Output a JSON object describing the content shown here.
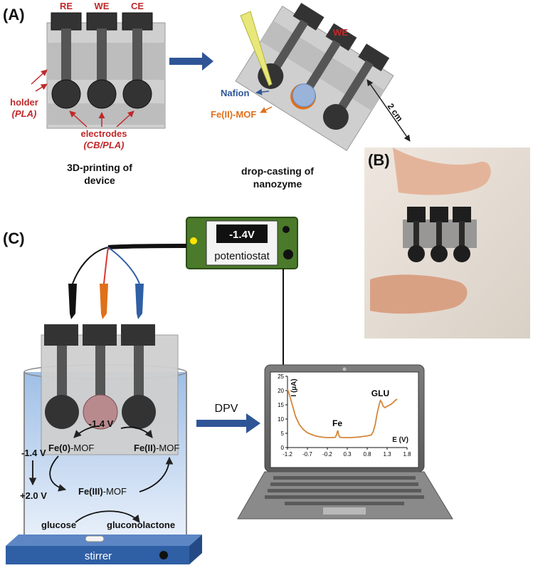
{
  "colors": {
    "red_label": "#c0282a",
    "blue_arrow": "#2f5597",
    "blue_label": "#2f5597",
    "orange": "#e0701a",
    "electrode_dark": "#333333",
    "holder_gray": "#cfcfcf",
    "potentiostat_green": "#4a7a2a",
    "curve_orange": "#d4873a",
    "stirrer_blue": "#2f5fa5",
    "active_we": "#b88a8e"
  },
  "panel_a": {
    "label": "(A)",
    "electrodes": [
      "RE",
      "WE",
      "CE"
    ],
    "holder_label": "holder",
    "holder_material": "(PLA)",
    "electrodes_label": "electrodes",
    "electrodes_material": "(CB/PLA)",
    "caption_left_1": "3D-printing of",
    "caption_left_2": "device",
    "we_label": "WE",
    "nafion_label": "Nafion",
    "mof_label": "Fe(II)-MOF",
    "size_label": "2 cm",
    "caption_right_1": "drop-casting of",
    "caption_right_2": "nanozyme"
  },
  "panel_b": {
    "label": "(B)"
  },
  "panel_c": {
    "label": "(C)",
    "potentiostat_display": "-1.4V",
    "potentiostat_label": "potentiostat",
    "applied_potential": "-1.4 V",
    "fe0": "Fe(0)",
    "fe2": "Fe(II)",
    "fe3": "Fe(III)",
    "mof_suffix": "-MOF",
    "step_down_top": "-1.4 V",
    "step_down_bottom": "+2.0 V",
    "glucose": "glucose",
    "gluconolactone": "gluconolactone",
    "stirrer": "stirrer",
    "technique": "DPV"
  },
  "chart_data": {
    "type": "line",
    "ylabel": "I (µA)",
    "xlabel": "E (V)",
    "xlim": [
      -1.2,
      1.8
    ],
    "ylim": [
      0,
      25
    ],
    "x_ticks": [
      "-1.2",
      "-0.7",
      "-0.2",
      "0.3",
      "0.8",
      "1.3",
      "1.8"
    ],
    "y_ticks": [
      "0",
      "5",
      "10",
      "15",
      "20",
      "25"
    ],
    "annotations": [
      {
        "text": "Fe",
        "x": 0.05,
        "y": 6.5
      },
      {
        "text": "GLU",
        "x": 1.13,
        "y": 17
      }
    ],
    "series": [
      {
        "x": [
          -1.2,
          -1.15,
          -1.1,
          -1.05,
          -1.0,
          -0.9,
          -0.8,
          -0.7,
          -0.6,
          -0.5,
          -0.4,
          -0.3,
          -0.2,
          -0.1,
          0.0,
          0.03,
          0.06,
          0.09,
          0.12,
          0.2,
          0.3,
          0.4,
          0.5,
          0.6,
          0.7,
          0.8,
          0.9,
          0.95,
          1.0,
          1.05,
          1.1,
          1.13,
          1.16,
          1.2,
          1.25,
          1.3,
          1.35,
          1.4,
          1.45,
          1.5,
          1.55
        ],
        "y": [
          20.5,
          18.5,
          16.0,
          13.5,
          11.0,
          8.0,
          6.3,
          5.2,
          4.6,
          4.1,
          3.8,
          3.6,
          3.5,
          3.5,
          3.6,
          4.5,
          6.0,
          4.2,
          3.6,
          3.5,
          3.5,
          3.5,
          3.6,
          3.7,
          3.9,
          4.1,
          4.4,
          5.5,
          8.0,
          12.0,
          15.0,
          16.5,
          16.0,
          14.5,
          14.0,
          14.5,
          14.8,
          15.2,
          15.8,
          16.5,
          17.0
        ]
      }
    ]
  }
}
